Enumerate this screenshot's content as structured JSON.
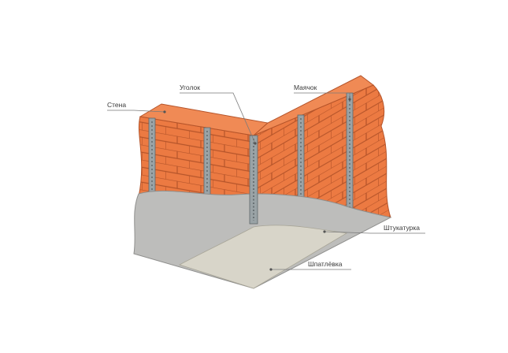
{
  "labels": {
    "wall": "Стена",
    "corner": "Уголок",
    "beacon": "Маячок",
    "plaster": "Штукатурка",
    "putty": "Шпатлёвка"
  },
  "colors": {
    "brick": "#ec7a42",
    "brick_dark": "#d2602a",
    "brick_top": "#f08a55",
    "mortar": "#b5542a",
    "plaster": "#bdbdbb",
    "plaster_edge": "#8f8f8d",
    "putty": "#d8d5c9",
    "profile": "#9aa3a6"
  }
}
